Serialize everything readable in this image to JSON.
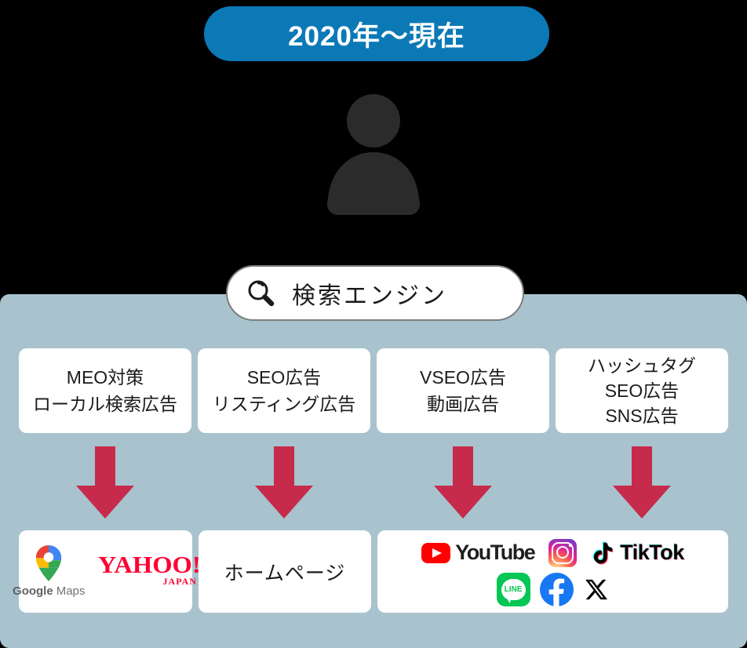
{
  "title_badge": "2020年〜現在",
  "search_bar": "検索エンジン",
  "method_boxes": [
    {
      "lines": [
        "MEO対策",
        "ローカル検索広告"
      ]
    },
    {
      "lines": [
        "SEO広告",
        "リスティング広告"
      ]
    },
    {
      "lines": [
        "VSEO広告",
        "動画広告"
      ]
    },
    {
      "lines": [
        "ハッシュタグ",
        "SEO広告",
        "SNS広告"
      ]
    }
  ],
  "destinations": {
    "google_maps": {
      "brand": "Google",
      "product": "Maps"
    },
    "yahoo": {
      "wordmark": "YAHOO!",
      "region": "JAPAN"
    },
    "homepage": "ホームページ",
    "youtube": "YouTube",
    "tiktok": "TikTok",
    "line": "LINE"
  },
  "icons": {
    "person": "person-icon",
    "magnifier": "magnifier-icon",
    "down_arrow": "down-arrow-icon",
    "google_maps_pin": "google-maps-pin-icon",
    "youtube_play": "youtube-play-icon",
    "instagram": "instagram-icon",
    "tiktok_note": "tiktok-note-icon",
    "line_bubble": "line-icon",
    "facebook": "facebook-icon",
    "x_logo": "x-icon"
  },
  "colors": {
    "badge_blue": "#0b79b6",
    "panel_bluegray": "#a8c3ce",
    "arrow_crimson": "#c62b4b",
    "youtube_red": "#ff0000",
    "facebook_blue": "#1877f2",
    "line_green": "#06c755",
    "yahoo_red": "#ff0033",
    "background": "#000000"
  }
}
